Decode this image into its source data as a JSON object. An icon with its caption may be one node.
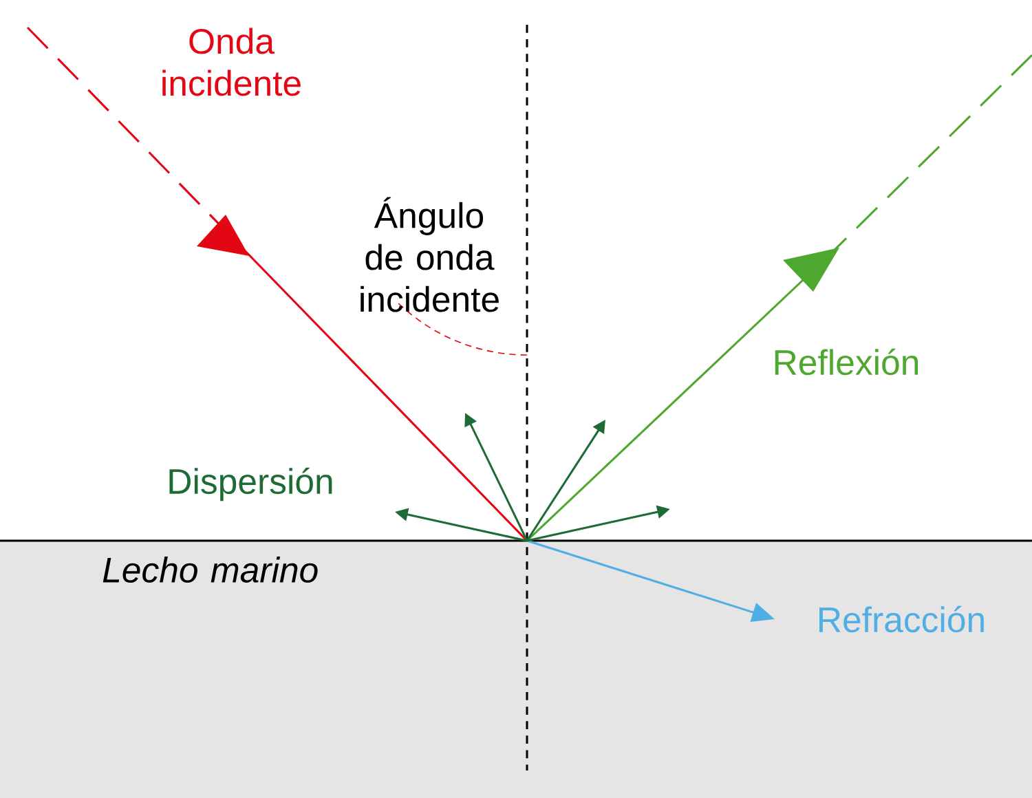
{
  "diagram": {
    "labels": [
      "Onda incidente",
      "Ángulo de onda incidente",
      "Reflexión",
      "Dispersión",
      "Lecho marino",
      "Refracción"
    ]
  }
}
